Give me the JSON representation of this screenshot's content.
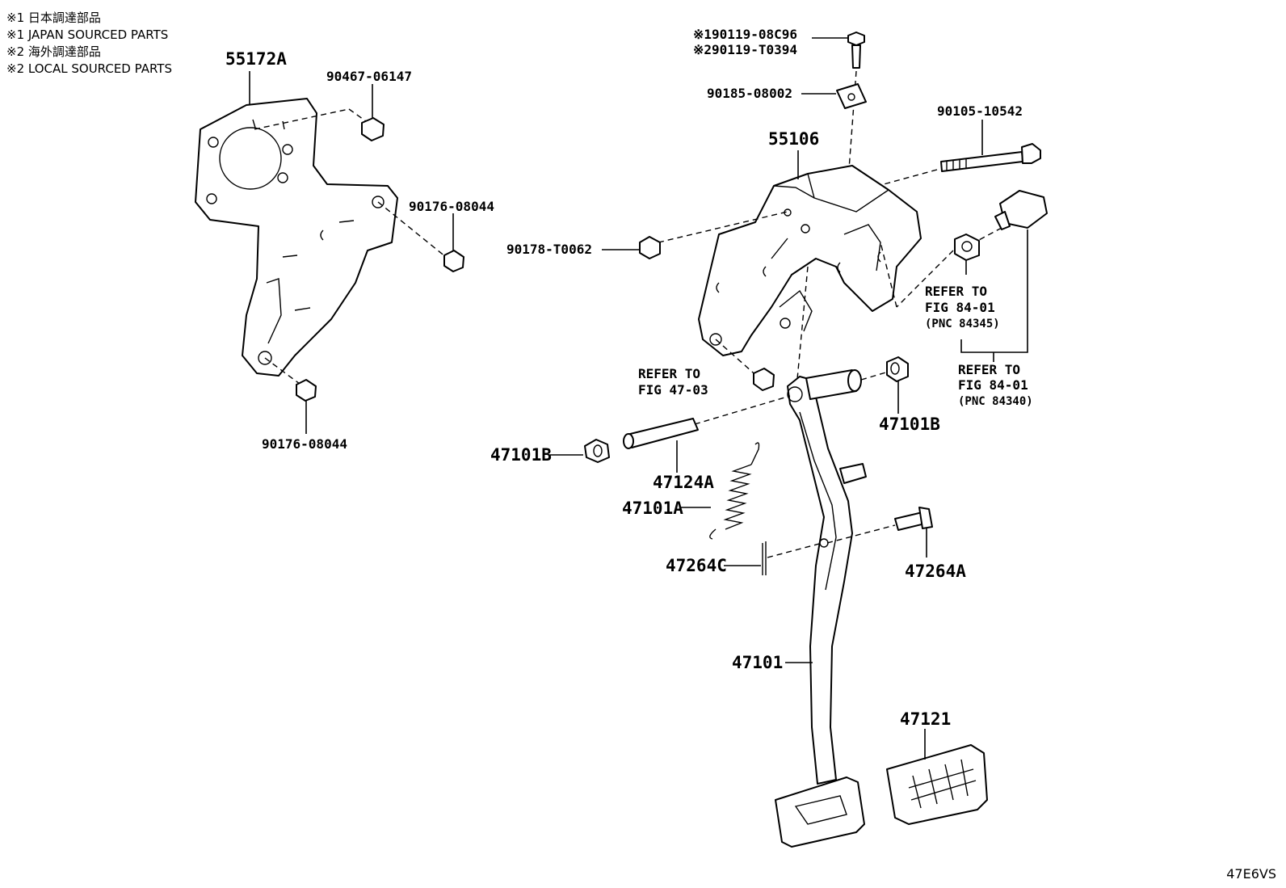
{
  "legend": [
    "※1 日本調達部品",
    "※1 JAPAN SOURCED PARTS",
    "※2 海外調達部品",
    "※2 LOCAL SOURCED PARTS"
  ],
  "figure_code": "47E6VS",
  "parts": {
    "p55172A": "55172A",
    "p90467_06147": "90467-06147",
    "p90176_08044_upper": "90176-08044",
    "p90176_08044_lower": "90176-08044",
    "p90119_1": "※190119-08C96",
    "p90119_2": "※290119-T0394",
    "p90185_08002": "90185-08002",
    "p90105_10542": "90105-10542",
    "p55106": "55106",
    "p90178_T0062": "90178-T0062",
    "p47101B_right": "47101B",
    "p47101B_left": "47101B",
    "p47124A": "47124A",
    "p47101A": "47101A",
    "p47264C": "47264C",
    "p47264A": "47264A",
    "p47101": "47101",
    "p47121": "47121"
  },
  "refs": {
    "fig4703_line1": "REFER TO",
    "fig4703_line2": "FIG 47-03",
    "fig8401a_line1": "REFER TO",
    "fig8401a_line2": "FIG 84-01",
    "fig8401a_pnc": "(PNC 84345)",
    "fig8401b_line1": "REFER TO",
    "fig8401b_line2": "FIG 84-01",
    "fig8401b_pnc": "(PNC 84340)"
  }
}
